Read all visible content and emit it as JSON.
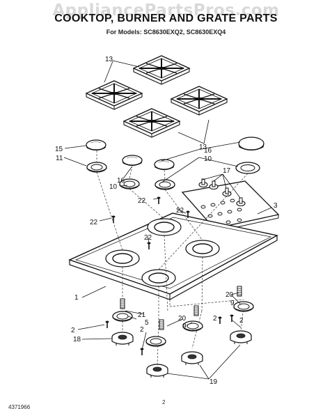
{
  "header": {
    "watermark": "AppliancePartsPros.com",
    "title": "COOKTOP, BURNER AND GRATE PARTS",
    "subtitle": "For Models: SC8630EXQ2, SC8630EXQ4"
  },
  "callouts": {
    "c1": "1",
    "c2a": "2",
    "c2b": "2",
    "c2c": "2",
    "c2d": "2",
    "c3": "3",
    "c5": "5",
    "c9a": "9",
    "c9b": "9",
    "c10a": "10",
    "c10b": "10",
    "c11": "11",
    "c13a": "13",
    "c13b": "13",
    "c15": "15",
    "c16a": "16",
    "c16b": "16",
    "c17": "17",
    "c18": "18",
    "c19": "19",
    "c20a": "20",
    "c20b": "20",
    "c21": "21",
    "c22a": "22",
    "c22b": "22",
    "c22c": "22",
    "c22d": "22"
  },
  "footer": {
    "doc_number": "4371966",
    "page_number": "2"
  }
}
